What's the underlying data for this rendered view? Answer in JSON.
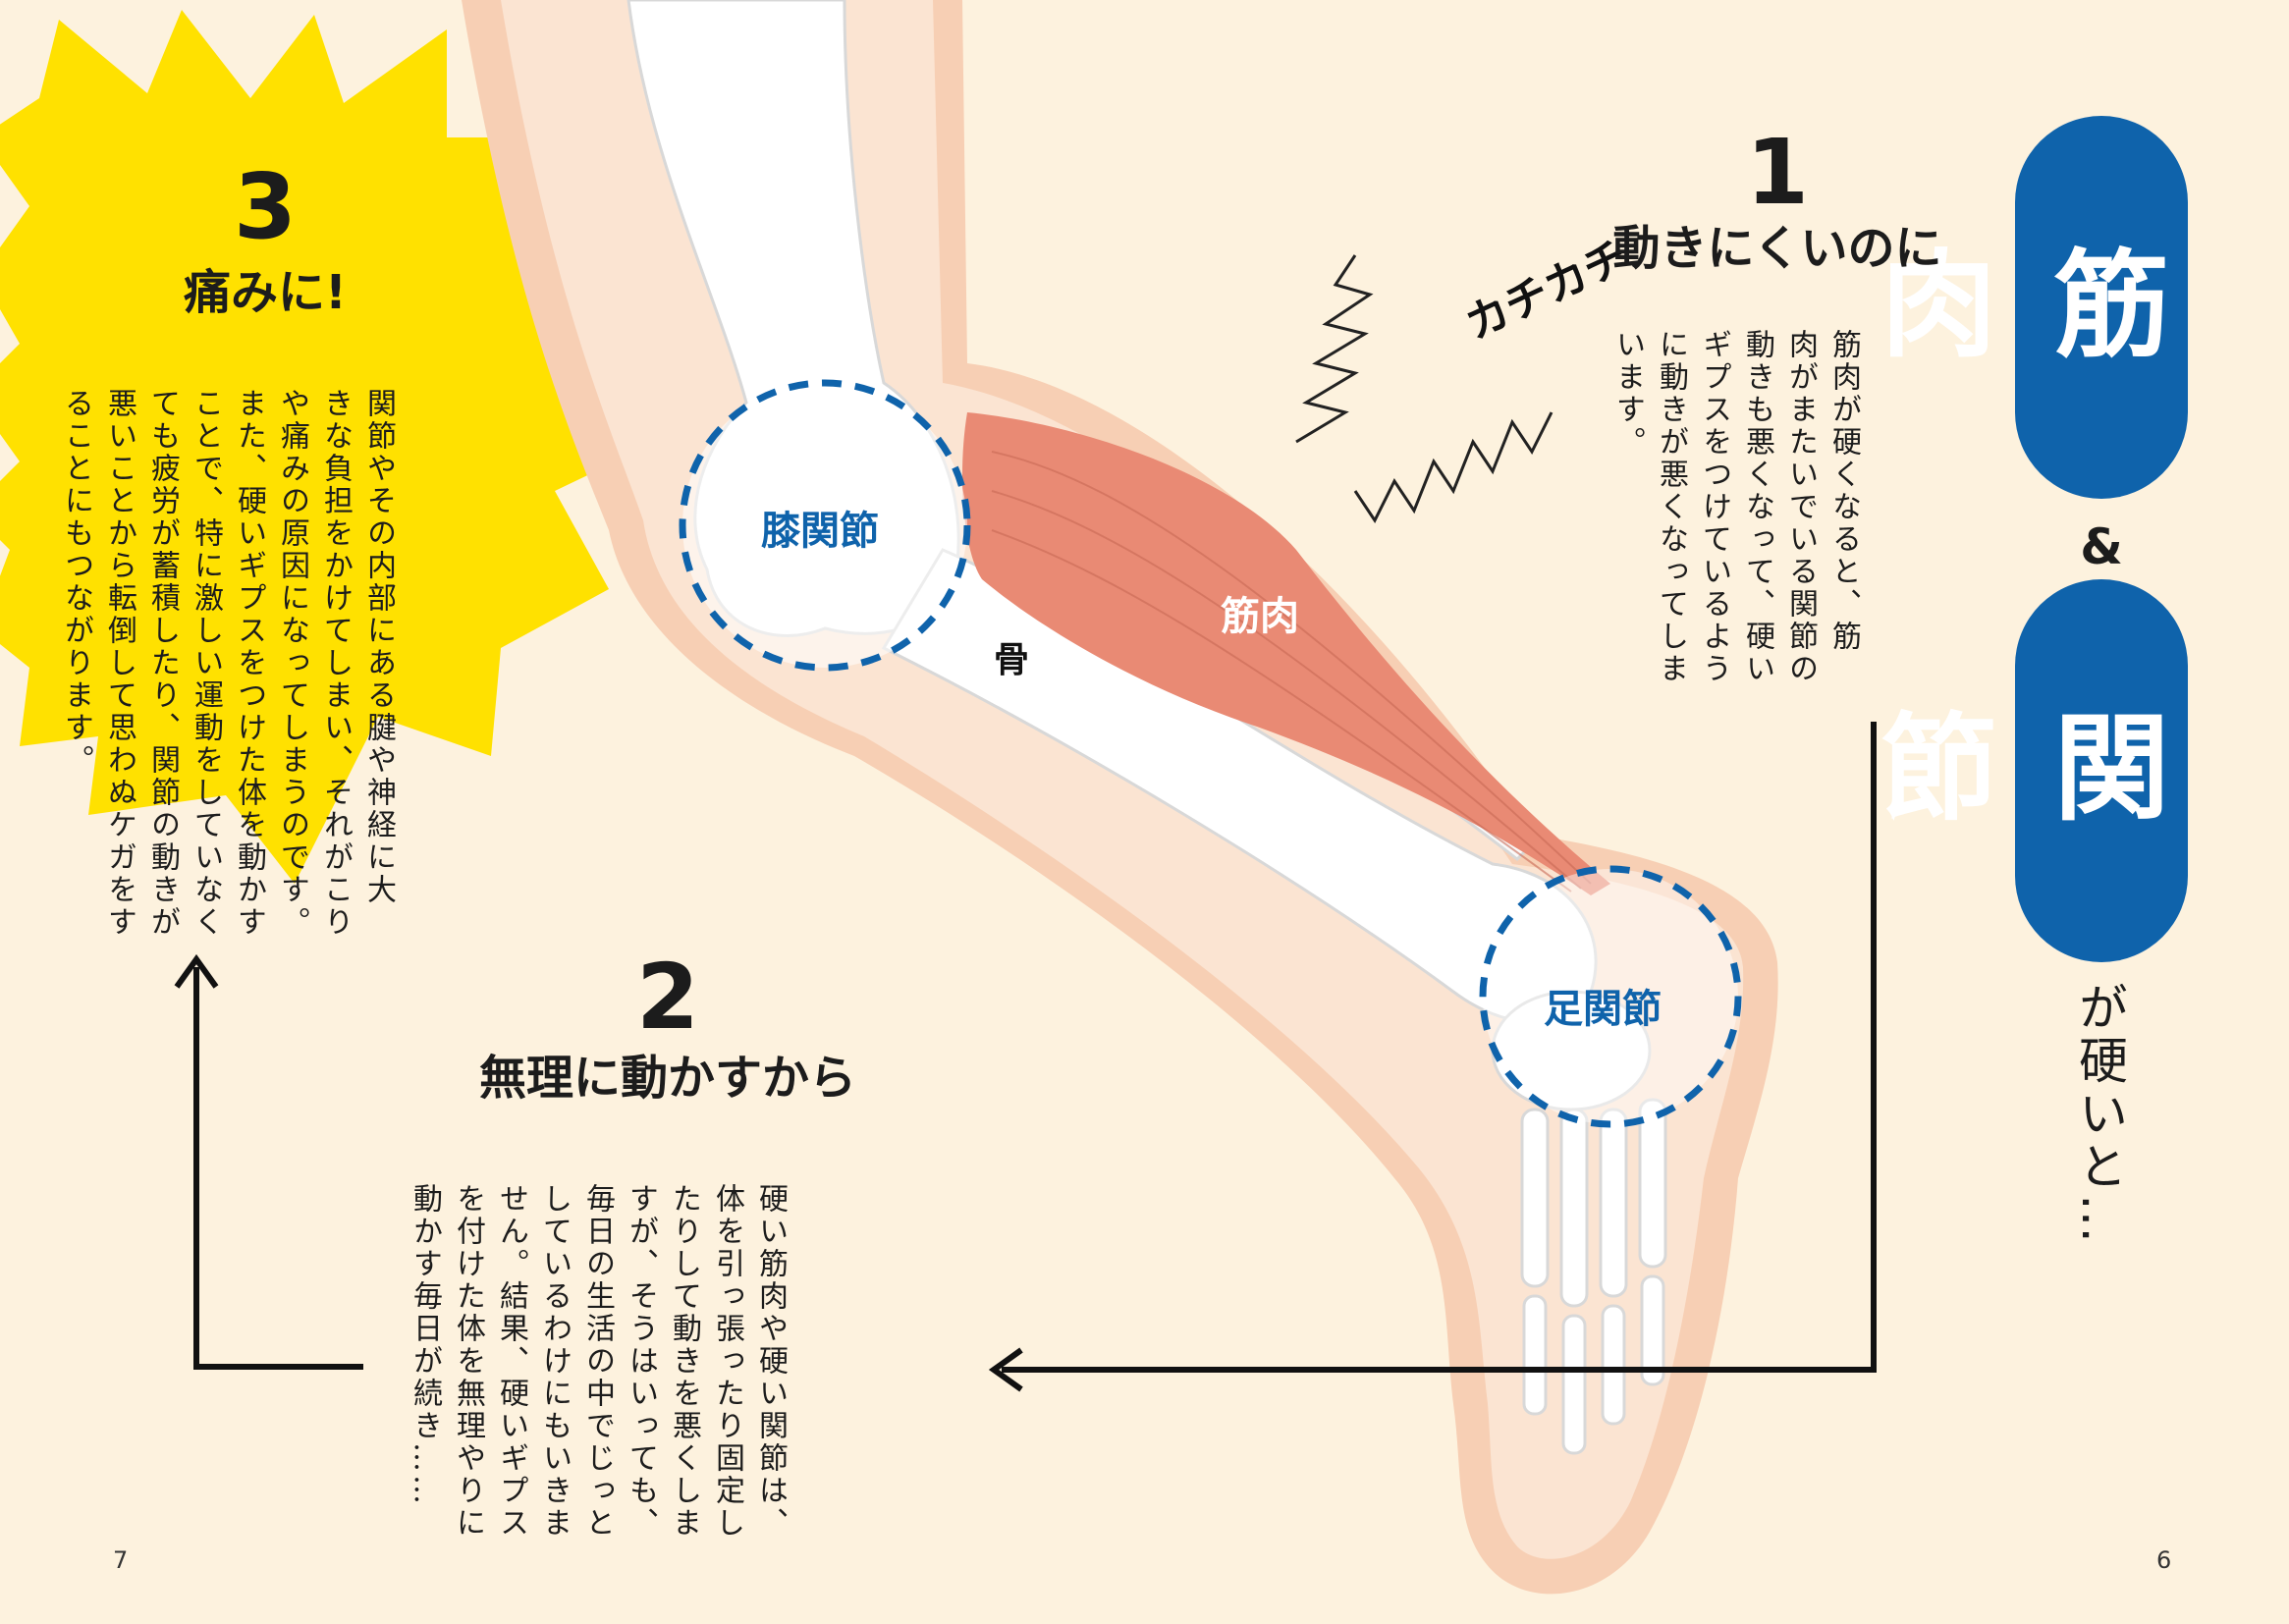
{
  "title": {
    "line1": "筋肉",
    "amp": "&",
    "line2": "関節",
    "tail": "が硬いと…"
  },
  "section1": {
    "number": "1",
    "heading": "動きにくいのに",
    "body": "筋肉が硬くなると、筋\n肉がまたいでいる関節の\n動きも悪くなって、硬い\nギプスをつけているよう\nに動きが悪くなってしま\nいます。"
  },
  "section2": {
    "number": "2",
    "heading": "無理に動かすから",
    "body": "硬い筋肉や硬い関節は、\n体を引っ張ったり固定し\nたりして動きを悪くしま\nすが、そうはいっても、\n毎日の生活の中でじっと\nしているわけにもいきま\nせん。結果、硬いギプス\nを付けた体を無理やりに\n動かす毎日が続き……"
  },
  "section3": {
    "number": "3",
    "heading": "痛みに!",
    "body": "関節やその内部にある腱や神経に大\nきな負担をかけてしまい、それがこり\nや痛みの原因になってしまうのです。\nまた、硬いギプスをつけた体を動かす\nことで、特に激しい運動をしていなく\nても疲労が蓄積したり、関節の動きが\n悪いことから転倒して思わぬケガをす\nることにもつながります。"
  },
  "labels": {
    "knee": "膝関節",
    "ankle": "足関節",
    "muscle": "筋肉",
    "bone": "骨",
    "sound": "カチカチ"
  },
  "pages": {
    "left": "7",
    "right": "6"
  },
  "colors": {
    "background": "#fdf2de",
    "accent_blue": "#0f63ab",
    "burst_yellow": "#ffe100",
    "muscle": "#e98a74"
  }
}
